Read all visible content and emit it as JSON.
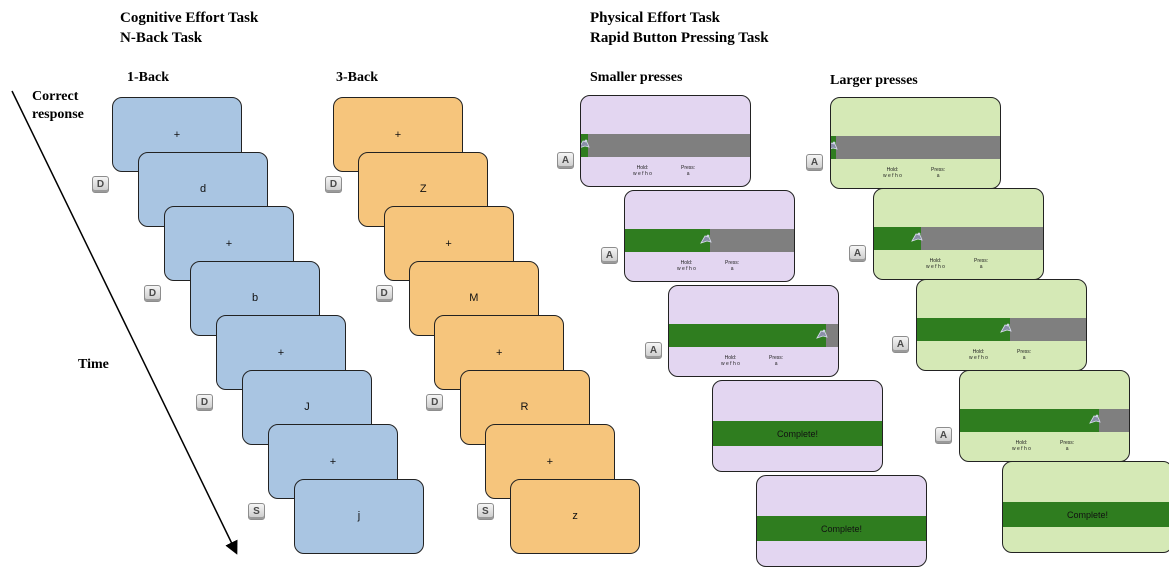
{
  "headers": {
    "cognitive_title": "Cognitive Effort Task",
    "cognitive_subtitle": "N-Back Task",
    "physical_title": "Physical Effort Task",
    "physical_subtitle": "Rapid Button Pressing Task"
  },
  "column_labels": {
    "one_back": "1-Back",
    "three_back": "3-Back",
    "smaller": "Smaller presses",
    "larger": "Larger presses"
  },
  "axis": {
    "correct_response_line1": "Correct",
    "correct_response_line2": "response",
    "time": "Time"
  },
  "one_back": {
    "stimuli": [
      "+",
      "d",
      "+",
      "b",
      "+",
      "J",
      "+",
      "j"
    ],
    "keys": [
      "D",
      "D",
      "D",
      "S"
    ]
  },
  "three_back": {
    "stimuli": [
      "+",
      "Z",
      "+",
      "M",
      "+",
      "R",
      "+",
      "z"
    ],
    "keys": [
      "D",
      "D",
      "D",
      "S"
    ]
  },
  "physical_screen": {
    "hold_label": "Hold:",
    "hold_keys": "w e f h o",
    "press_label": "Press:",
    "press_key": "a",
    "complete_text": "Complete!"
  },
  "smaller_presses": {
    "progress": [
      0.04,
      0.5,
      0.93,
      1.0,
      1.0
    ],
    "keys": [
      "A",
      "A",
      "A"
    ]
  },
  "larger_presses": {
    "progress": [
      0.03,
      0.28,
      0.55,
      0.82,
      1.0
    ],
    "keys": [
      "A",
      "A",
      "A",
      "A"
    ]
  },
  "colors": {
    "one_back_card": "#a9c5e2",
    "three_back_card": "#f6c57c",
    "smaller_card": "#e3d6f1",
    "larger_card": "#d5e9b6",
    "progress_fill": "#2f7d1f",
    "progress_track": "#7f7f7f"
  }
}
